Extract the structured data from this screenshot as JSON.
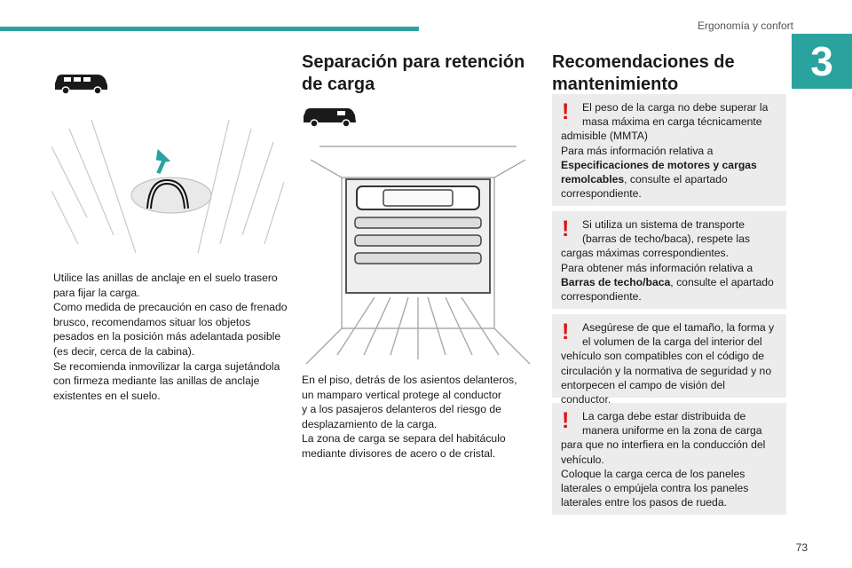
{
  "header": {
    "section": "Ergonomía y confort",
    "chapter": "3",
    "page": "73"
  },
  "left": {
    "para": [
      "Utilice las anillas de anclaje en el suelo trasero",
      "para fijar la carga.",
      "Como medida de precaución en caso de frenado",
      "brusco, recomendamos situar los objetos",
      "pesados en la posición más adelantada posible",
      "(es decir, cerca de la cabina).",
      "Se recomienda inmovilizar la carga sujetándola",
      "con firmeza mediante las anillas de anclaje",
      "existentes en el suelo."
    ]
  },
  "middle": {
    "title": [
      "Separación para retención",
      "de carga"
    ],
    "para": [
      "En el piso, detrás de los asientos delanteros,",
      "un mamparo vertical protege al conductor",
      "y a los pasajeros delanteros del riesgo de",
      "desplazamiento de la carga.",
      "La zona de carga se separa del habitáculo",
      "mediante divisores de acero o de cristal."
    ]
  },
  "right": {
    "title": [
      "Recomendaciones de",
      "mantenimiento"
    ],
    "warnings": [
      {
        "lines": [
          "El peso de la carga no debe superar la",
          "masa máxima en carga técnicamente",
          "admisible (MMTA)",
          "Para más información relativa a"
        ],
        "bold": "Especificaciones de motores y cargas remolcables",
        "after": ", consulte el apartado correspondiente."
      },
      {
        "lines": [
          "Si utiliza un sistema de transporte",
          "(barras de techo/baca), respete las",
          "cargas máximas correspondientes.",
          "Para obtener más información relativa a"
        ],
        "bold": "Barras de techo/baca",
        "after": ", consulte el apartado correspondiente."
      },
      {
        "lines": [
          "Asegúrese de que el tamaño, la forma y",
          "el volumen de la carga del interior del",
          "vehículo son compatibles con el código de",
          "circulación y la normativa de seguridad y no",
          "entorpecen el campo de visión del conductor."
        ]
      },
      {
        "lines": [
          "La carga debe estar distribuida de",
          "manera uniforme en la zona de carga",
          "para que no interfiera en la conducción del",
          "vehículo.",
          "Coloque la carga cerca de los paneles",
          "laterales o empújela contra los paneles",
          "laterales entre los pasos de rueda."
        ]
      }
    ],
    "warn_mark": "!"
  }
}
